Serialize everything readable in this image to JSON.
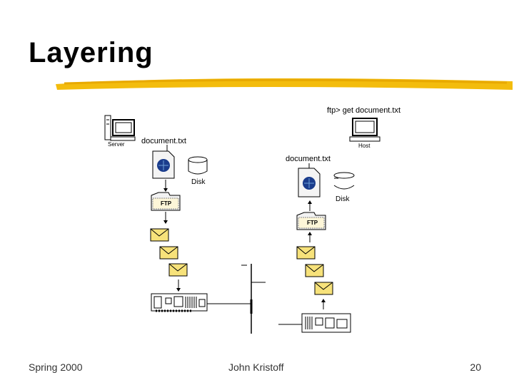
{
  "slide": {
    "title": "Layering",
    "accent_color": "#f2b800",
    "footer": {
      "left": "Spring 2000",
      "center": "John Kristoff",
      "right": "20"
    }
  },
  "diagram": {
    "server_label": "Server",
    "host_label": "Host",
    "command_text": "ftp> get document.txt",
    "left_file_label": "document.txt",
    "right_file_label": "document.txt",
    "left_disk_label": "Disk",
    "right_disk_label": "Disk",
    "left_ftp_label": "FTP",
    "right_ftp_label": "FTP",
    "icons": [
      "computer-icon",
      "document-icon",
      "disk-icon",
      "folder-icon",
      "envelope-icon",
      "network-card-icon"
    ]
  }
}
